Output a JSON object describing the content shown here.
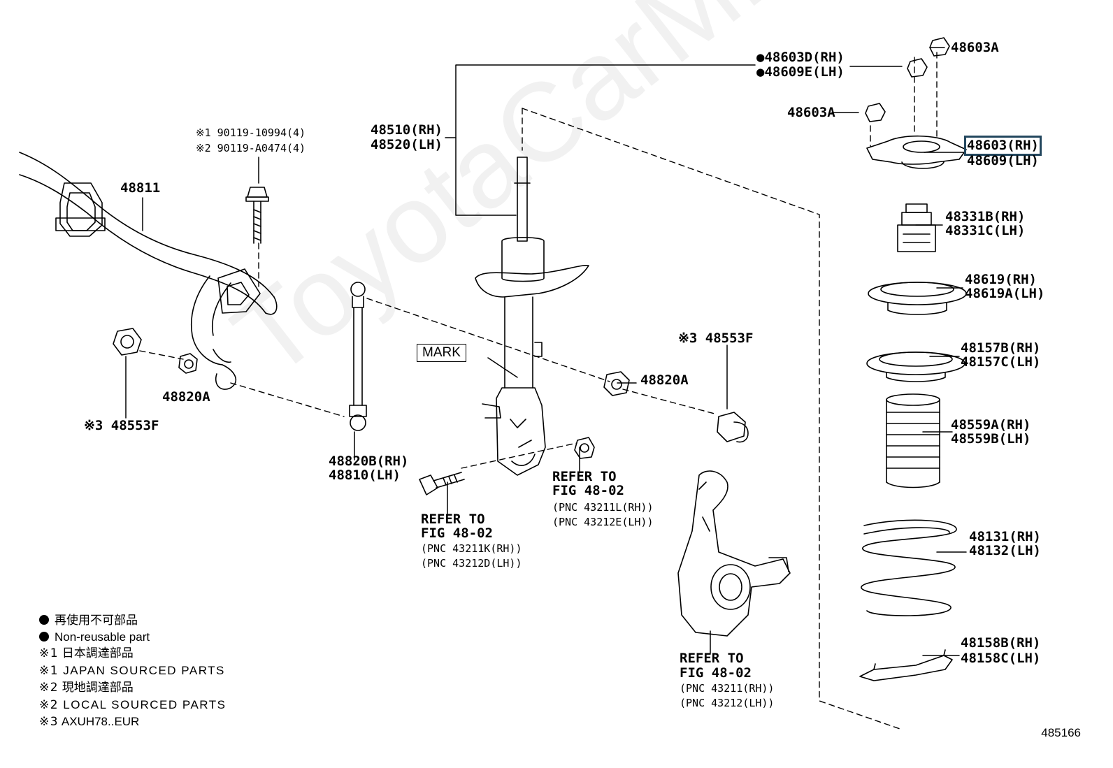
{
  "watermark": "ToyotaCarMine.ru",
  "fig_number": "485166",
  "mark_label": "MARK",
  "parts": {
    "p48603D": "●48603D(RH)",
    "p48609E": "●48609E(LH)",
    "p48603A_top": "48603A",
    "p48603A_left": "48603A",
    "p48603": "48603(RH)",
    "p48609": "48609(LH)",
    "p48510": "48510(RH)",
    "p48520": "48520(LH)",
    "bolt1": "※1 90119-10994(4)",
    "bolt2": "※2 90119-A0474(4)",
    "p48811": "48811",
    "p48331B": "48331B(RH)",
    "p48331C": "48331C(LH)",
    "p48619": "48619(RH)",
    "p48619A": "48619A(LH)",
    "p48157B": "48157B(RH)",
    "p48157C": "48157C(LH)",
    "p48553F_right": "※3 48553F",
    "p48820A_right": "48820A",
    "p48820A_left": "48820A",
    "p48553F_left": "※3 48553F",
    "p48559A": "48559A(RH)",
    "p48559B": "48559B(LH)",
    "p48820B": "48820B(RH)",
    "p48810": "48810(LH)",
    "p48131": "48131(RH)",
    "p48132": "48132(LH)",
    "p48158B": "48158B(RH)",
    "p48158C": "48158C(LH)"
  },
  "refs": {
    "bolt_ref": [
      "REFER TO",
      "FIG 48-02",
      "(PNC 43211K(RH))",
      "(PNC 43212D(LH))"
    ],
    "nut_ref": [
      "REFER TO",
      "FIG 48-02",
      "(PNC 43211L(RH))",
      "(PNC 43212E(LH))"
    ],
    "knuckle_ref": [
      "REFER TO",
      "FIG 48-02",
      "(PNC 43211(RH))",
      "(PNC 43212(LH))"
    ]
  },
  "legend": {
    "line1": "再使用不可部品",
    "line2": "Non-reusable part",
    "line3_mark": "※1",
    "line3": "日本調達部品",
    "line4_mark": "※1",
    "line4": "JAPAN SOURCED PARTS",
    "line5_mark": "※2",
    "line5": "現地調達部品",
    "line6_mark": "※2",
    "line6": "LOCAL SOURCED PARTS",
    "line7_mark": "※3",
    "line7": "AXUH78..EUR"
  }
}
